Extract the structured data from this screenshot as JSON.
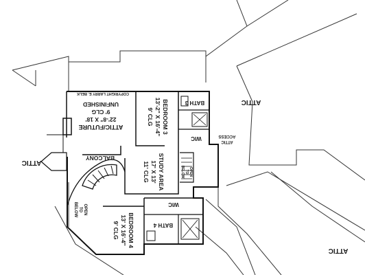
{
  "plan": {
    "copyright": "COPYRIGHT LARRY E. BELK",
    "attic_future": {
      "title_line1": "ATTIC/FUTURE",
      "size": "22'-8\" X 18'",
      "clg": "9' CLG",
      "note": "UNFINISHED"
    },
    "bedroom3": {
      "title": "BEDROOM 3",
      "size": "13'-2\" X 16'-4\"",
      "clg": "9' CLG"
    },
    "bath3": "BATH 3",
    "wic_upper": "WIC",
    "attic_access_line1": "ATTIC",
    "attic_access_line2": "ACCESS",
    "attic_right": "ATTIC",
    "attic_left": "ATTIC",
    "attic_bottom": "ATTIC",
    "balcony": "BALCONY",
    "study_area": {
      "title": "STUDY AREA",
      "size": "17' X 13'",
      "clg": "11' CLG"
    },
    "open_to_below_stair_line1": "OPEN",
    "open_to_below_stair_line2": "TO",
    "open_to_below_stair_line3": "BELOW",
    "open_to_below_left_line1": "OPEN",
    "open_to_below_left_line2": "TO",
    "open_to_below_left_line3": "BELOW",
    "wic_lower": "WIC",
    "bath4": "BATH 4",
    "bedroom4": {
      "title": "BEDROOM 4",
      "size": "13' X 16'-4\"",
      "clg": "9' CLG"
    }
  }
}
